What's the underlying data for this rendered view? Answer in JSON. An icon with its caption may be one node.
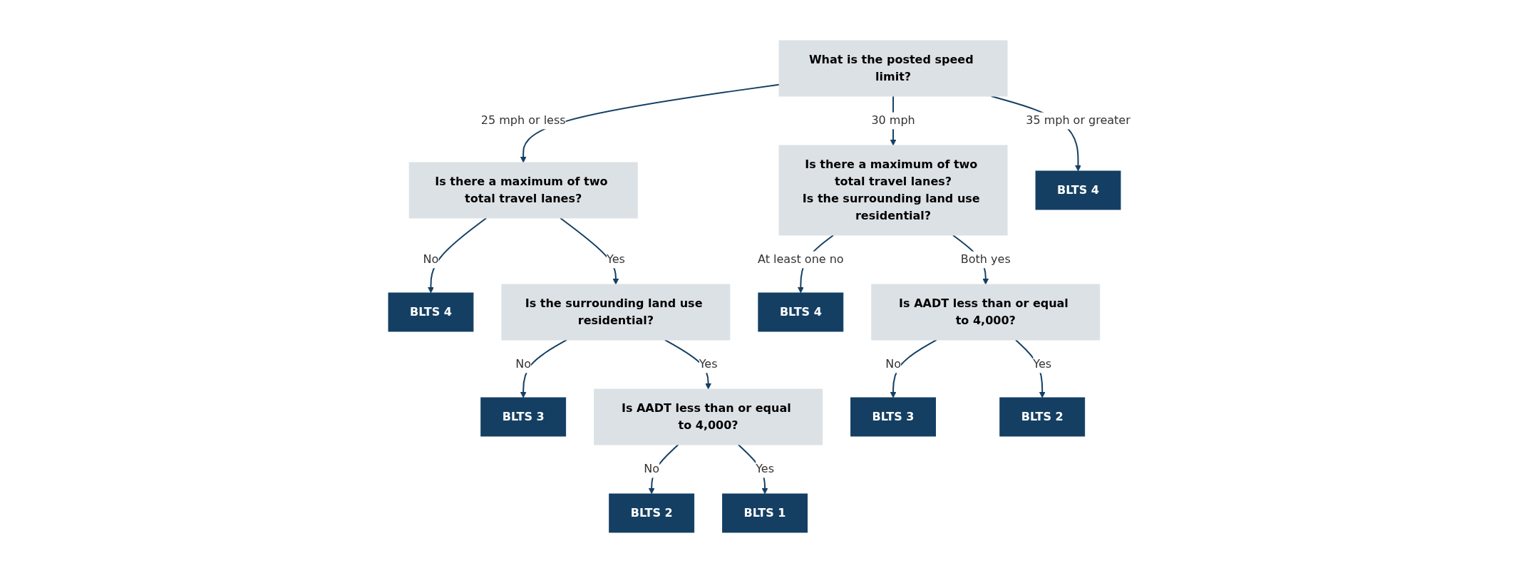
{
  "diagram": {
    "nodes": [
      {
        "text": [
          "What is the posted speed limit?"
        ]
      },
      {
        "text": [
          "Is there a maximum of two total travel lanes?"
        ]
      },
      {
        "text": [
          "BLTS 4"
        ]
      },
      {
        "text": [
          "Is the surrounding land use residential?"
        ]
      },
      {
        "text": [
          "BLTS 3"
        ]
      },
      {
        "text": [
          "Is AADT less than or equal to 4,000?"
        ]
      },
      {
        "text": [
          "BLTS 2"
        ]
      },
      {
        "text": [
          "BLTS 1"
        ]
      },
      {
        "text": [
          "Is there a maximum of two total travel lanes?",
          "Is the surrounding land use residential?"
        ]
      },
      {
        "text": [
          "BLTS 4"
        ]
      },
      {
        "text": [
          "Is AADT less than or equal to 4,000?"
        ]
      },
      {
        "text": [
          "BLTS 3"
        ]
      },
      {
        "text": [
          "BLTS 2"
        ]
      },
      {
        "text": [
          "BLTS 4"
        ]
      }
    ],
    "edges": [
      {
        "from": 0,
        "to": 1,
        "arrow": "to",
        "label": "25 mph or less"
      },
      {
        "from": 0,
        "to": 8,
        "arrow": "to",
        "label": "30 mph"
      },
      {
        "from": 0,
        "to": 13,
        "arrow": "to",
        "label": "35 mph or greater"
      },
      {
        "from": 1,
        "to": 2,
        "arrow": "to",
        "label": "No"
      },
      {
        "from": 1,
        "to": 3,
        "arrow": "to",
        "label": "Yes"
      },
      {
        "from": 3,
        "to": 4,
        "arrow": "to",
        "label": "No"
      },
      {
        "from": 3,
        "to": 5,
        "arrow": "to",
        "label": "Yes"
      },
      {
        "from": 5,
        "to": 6,
        "arrow": "to",
        "label": "No"
      },
      {
        "from": 5,
        "to": 7,
        "arrow": "to",
        "label": "Yes"
      },
      {
        "from": 8,
        "to": 9,
        "arrow": "to",
        "label": "At least one no"
      },
      {
        "from": 8,
        "to": 10,
        "arrow": "to",
        "label": "Both yes"
      },
      {
        "from": 10,
        "to": 11,
        "arrow": "to",
        "label": "No"
      },
      {
        "from": 10,
        "to": 12,
        "arrow": "to",
        "label": "Yes"
      }
    ]
  }
}
